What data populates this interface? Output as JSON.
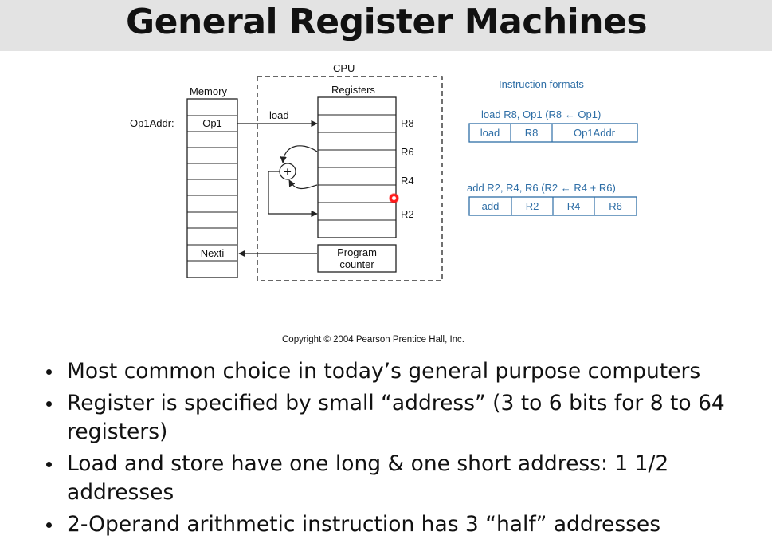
{
  "title": "General Register Machines",
  "diagram": {
    "cpu_label": "CPU",
    "memory_label": "Memory",
    "registers_label": "Registers",
    "op1addr_label": "Op1Addr:",
    "op1_cell": "Op1",
    "load_label": "load",
    "register_labels": [
      "R8",
      "R6",
      "R4",
      "R2"
    ],
    "plus_symbol": "+",
    "nexti_cell": "Nexti",
    "program_counter_line1": "Program",
    "program_counter_line2": "counter",
    "instruction_formats_label": "Instruction formats",
    "format1": {
      "caption": "load R8, Op1 (R8 ← Op1)",
      "fields": [
        "load",
        "R8",
        "Op1Addr"
      ]
    },
    "format2": {
      "caption": "add R2, R4, R6 (R2 ← R4 + R6)",
      "fields": [
        "add",
        "R2",
        "R4",
        "R6"
      ]
    },
    "accent_color": "#2e6ea6"
  },
  "copyright": "Copyright © 2004 Pearson Prentice Hall, Inc.",
  "bullets": [
    "Most common choice in today’s general purpose computers",
    "Register is specified by small “address” (3 to 6 bits for 8 to 64 registers)",
    "Load and store have one long & one short address: 1 1/2 addresses",
    "2-Operand arithmetic instruction has 3 “half” addresses"
  ]
}
